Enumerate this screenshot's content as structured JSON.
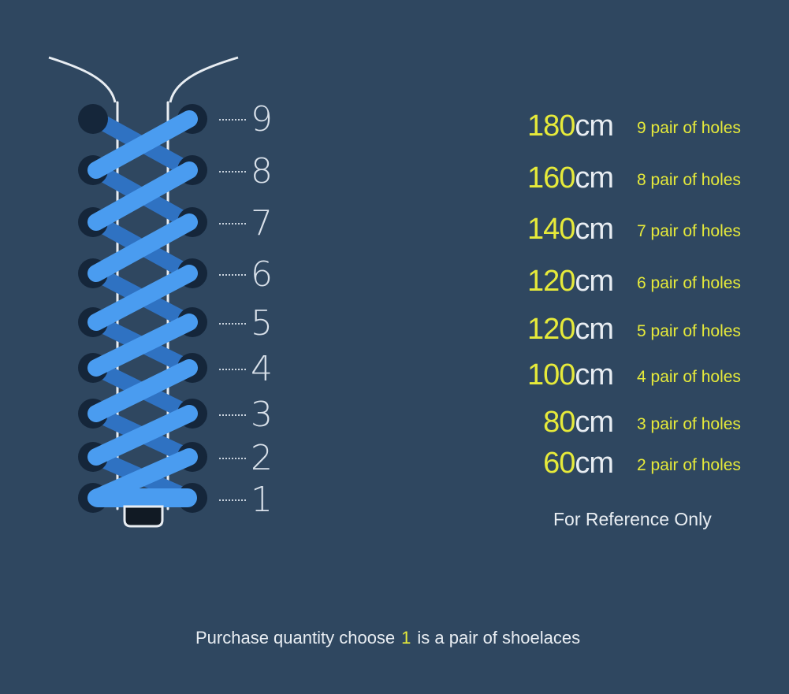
{
  "hole_numbers": [
    "9",
    "8",
    "7",
    "6",
    "5",
    "4",
    "3",
    "2",
    "1"
  ],
  "size_rows": [
    {
      "length_num": "180",
      "length_unit": "cm",
      "holes": "9 pair of holes"
    },
    {
      "length_num": "160",
      "length_unit": "cm",
      "holes": "8 pair of holes"
    },
    {
      "length_num": "140",
      "length_unit": "cm",
      "holes": "7 pair of holes"
    },
    {
      "length_num": "120",
      "length_unit": "cm",
      "holes": "6 pair of holes"
    },
    {
      "length_num": "120",
      "length_unit": "cm",
      "holes": "5 pair of holes"
    },
    {
      "length_num": "100",
      "length_unit": "cm",
      "holes": "4 pair of holes"
    },
    {
      "length_num": "80",
      "length_unit": "cm",
      "holes": "3 pair of holes"
    },
    {
      "length_num": "60",
      "length_unit": "cm",
      "holes": "2 pair of holes"
    }
  ],
  "reference_note": "For Reference Only",
  "purchase_note": {
    "before": "Purchase quantity choose",
    "quantity": "1",
    "after": "is a pair of shoelaces"
  },
  "colors": {
    "background": "#2f4760",
    "accent_yellow": "#e6ea3a",
    "lace_blue": "#4a9cf0",
    "text_white": "#e8edf2"
  }
}
